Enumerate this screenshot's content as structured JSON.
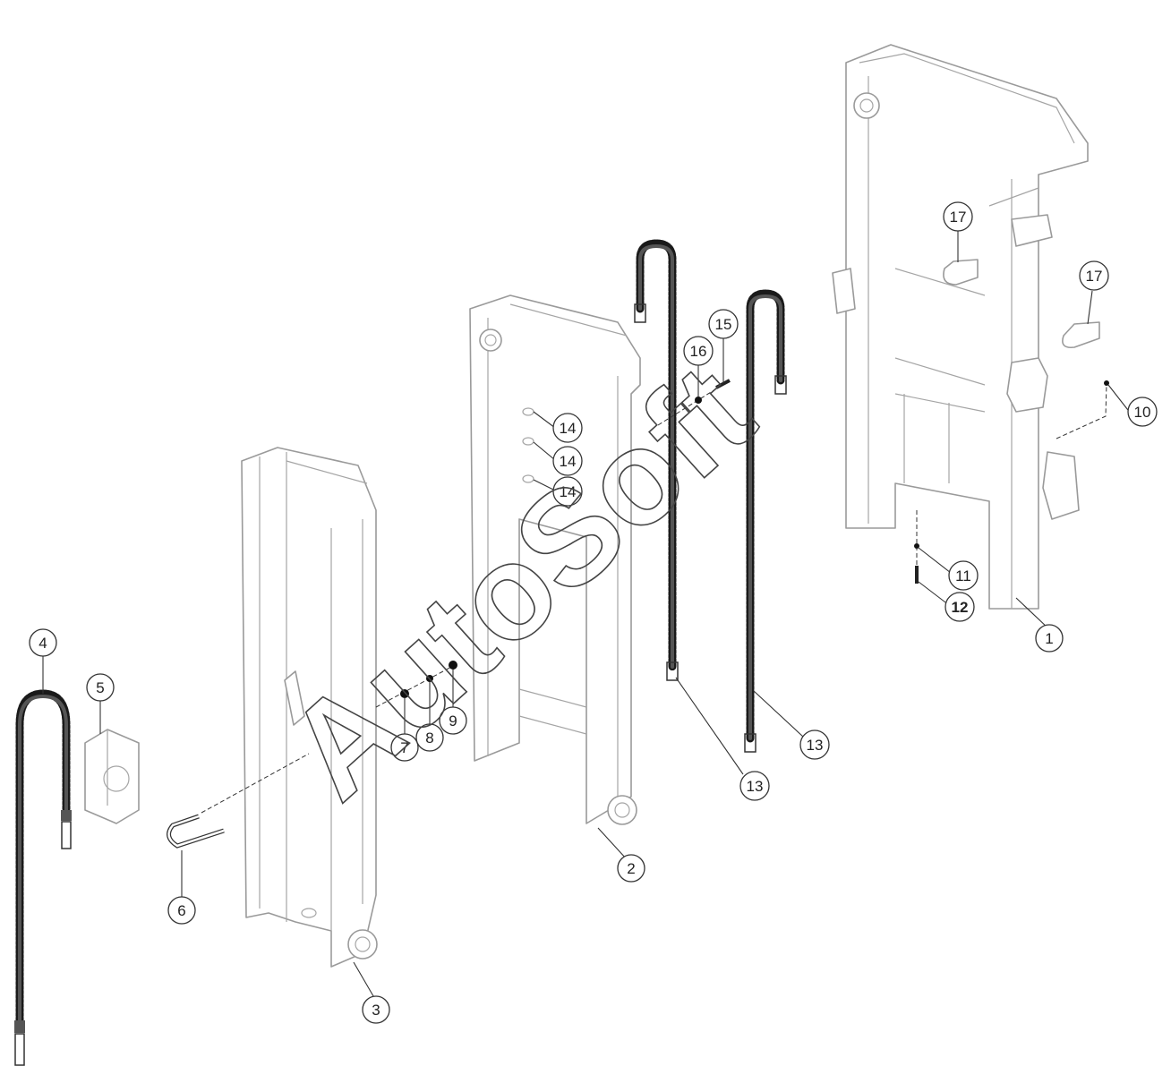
{
  "watermark": "AutoSoft",
  "callouts": [
    {
      "id": "c1",
      "label": "1"
    },
    {
      "id": "c2",
      "label": "2"
    },
    {
      "id": "c3",
      "label": "3"
    },
    {
      "id": "c4",
      "label": "4"
    },
    {
      "id": "c5",
      "label": "5"
    },
    {
      "id": "c6",
      "label": "6"
    },
    {
      "id": "c7",
      "label": "7"
    },
    {
      "id": "c8",
      "label": "8"
    },
    {
      "id": "c9",
      "label": "9"
    },
    {
      "id": "c10",
      "label": "10"
    },
    {
      "id": "c11",
      "label": "11"
    },
    {
      "id": "c12",
      "label": "12"
    },
    {
      "id": "c13a",
      "label": "13"
    },
    {
      "id": "c13b",
      "label": "13"
    },
    {
      "id": "c14a",
      "label": "14"
    },
    {
      "id": "c14b",
      "label": "14"
    },
    {
      "id": "c14c",
      "label": "14"
    },
    {
      "id": "c15",
      "label": "15"
    },
    {
      "id": "c16",
      "label": "16"
    },
    {
      "id": "c17a",
      "label": "17"
    },
    {
      "id": "c17b",
      "label": "17"
    }
  ]
}
